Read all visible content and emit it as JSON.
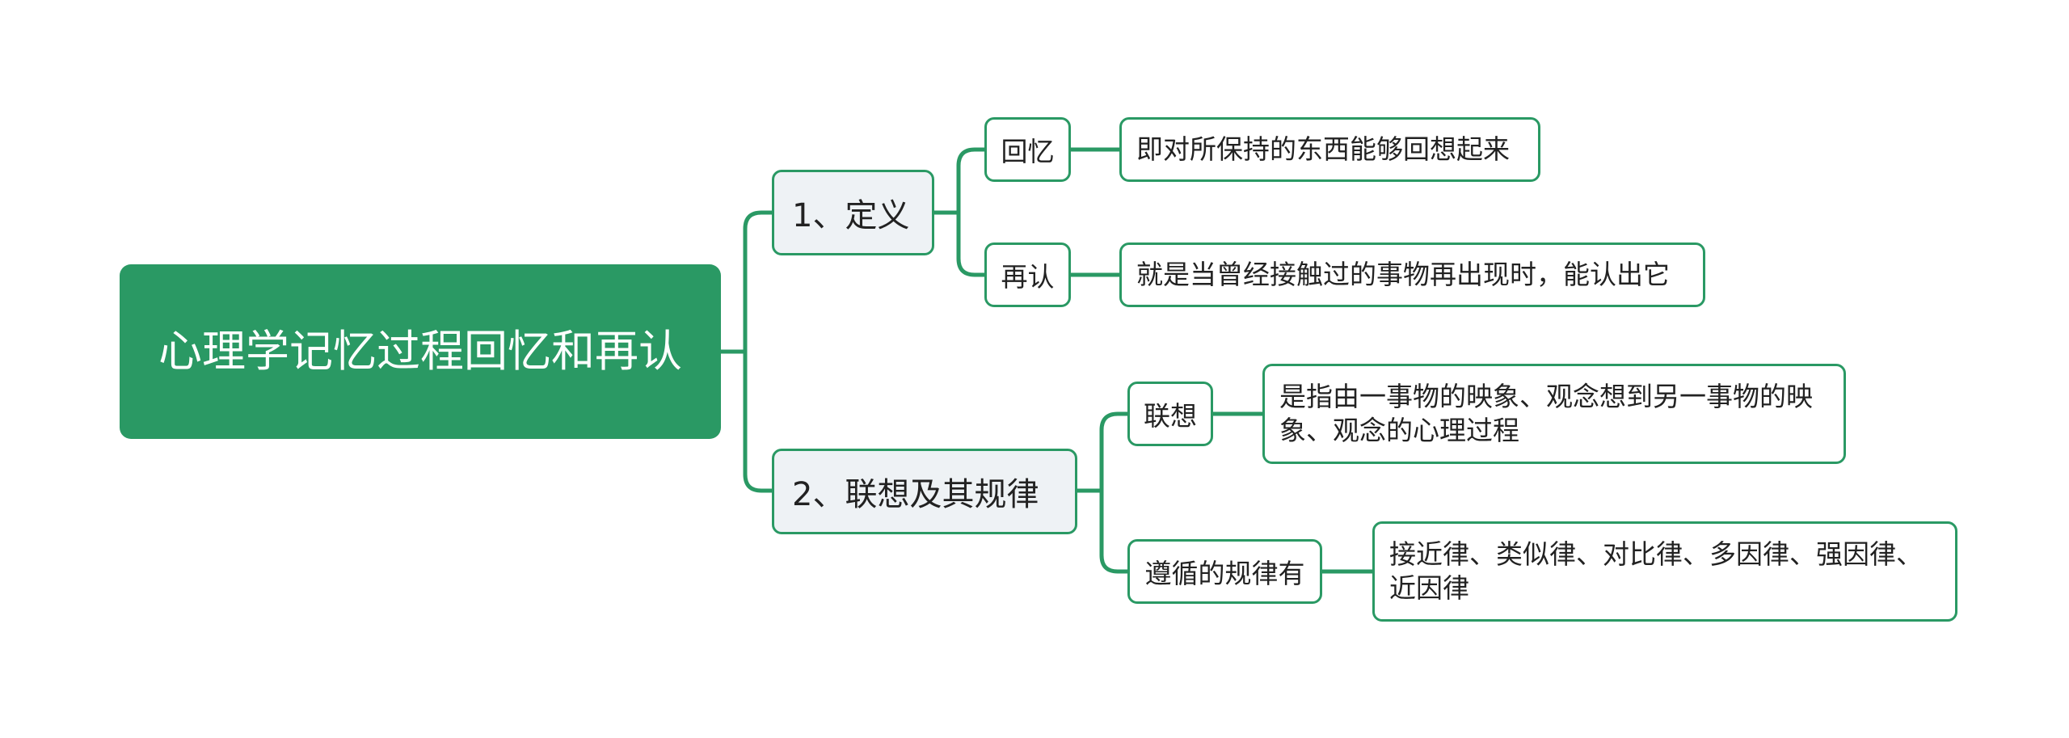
{
  "root": {
    "title": "心理学记忆过程回忆和再认"
  },
  "branches": [
    {
      "label": "1、定义",
      "children": [
        {
          "label": "回忆",
          "detail": "即对所保持的东西能够回想起来"
        },
        {
          "label": "再认",
          "detail": "就是当曾经接触过的事物再出现时，能认出它"
        }
      ]
    },
    {
      "label": "2、联想及其规律",
      "children": [
        {
          "label": "联想",
          "detail": "是指由一事物的映象、观念想到另一事物的映象、观念的心理过程"
        },
        {
          "label": "遵循的规律有",
          "detail": "接近律、类似律、对比律、多因律、强因律、近因律"
        }
      ]
    }
  ],
  "colors": {
    "accent": "#2a9964",
    "branch_fill": "#eef2f5",
    "leaf_fill": "#ffffff",
    "text": "#222222",
    "root_text": "#ffffff"
  }
}
